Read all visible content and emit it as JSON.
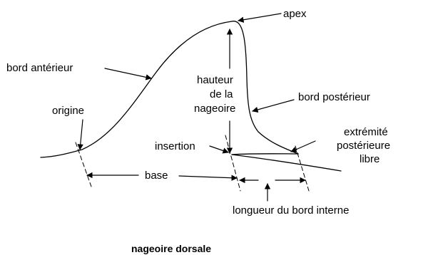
{
  "diagram": {
    "title": "nageoire dorsale",
    "labels": {
      "apex": "apex",
      "anterior_edge": "bord antérieur",
      "height_line1": "hauteur",
      "height_line2": "de la",
      "height_line3": "nageoire",
      "posterior_edge": "bord postérieur",
      "origin": "origine",
      "insertion": "insertion",
      "free_tip_line1": "extrémité",
      "free_tip_line2": "postérieure",
      "free_tip_line3": "libre",
      "base": "base",
      "inner_edge_length": "longueur du bord interne"
    }
  }
}
